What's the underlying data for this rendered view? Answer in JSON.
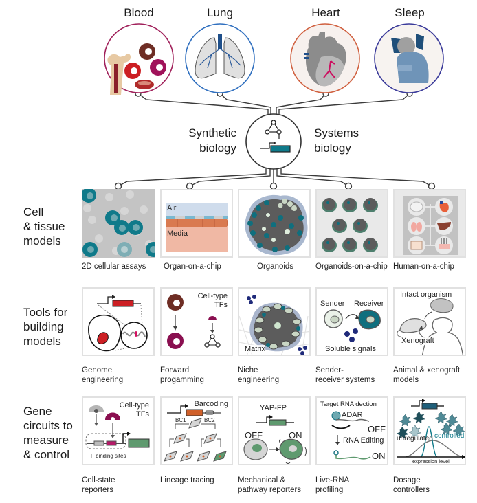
{
  "organs": [
    {
      "label": "Blood",
      "ring_color": "#a0205a"
    },
    {
      "label": "Lung",
      "ring_color": "#2f6fbf"
    },
    {
      "label": "Heart",
      "ring_color": "#d0603f"
    },
    {
      "label": "Sleep",
      "ring_color": "#3a3a9a"
    }
  ],
  "hub": {
    "left_label_line1": "Synthetic",
    "left_label_line2": "biology",
    "right_label_line1": "Systems",
    "right_label_line2": "biology"
  },
  "colors": {
    "teal": "#0f7a8a",
    "maroon": "#7d1a4e",
    "red": "#cc1f24",
    "brown": "#6e2d24",
    "green": "#5f9a6f",
    "orange": "#d0602a",
    "navy": "#1f2a7a",
    "grey": "#c8c8c8"
  },
  "rows": [
    {
      "label_lines": [
        "Cell",
        "& tissue",
        "models"
      ],
      "panels": [
        {
          "caption_lines": [
            "2D cellular assays"
          ],
          "inner": {}
        },
        {
          "caption_lines": [
            "Organ-on-a-chip"
          ],
          "inner": {
            "top": "Air",
            "bottom": "Media"
          }
        },
        {
          "caption_lines": [
            "Organoids"
          ],
          "inner": {}
        },
        {
          "caption_lines": [
            "Organoids-on-a-chip"
          ],
          "inner": {}
        },
        {
          "caption_lines": [
            "Human-on-a-chip"
          ],
          "inner": {}
        }
      ]
    },
    {
      "label_lines": [
        "Tools for",
        "building",
        "models"
      ],
      "panels": [
        {
          "caption_lines": [
            "Genome",
            "engineering"
          ],
          "inner": {}
        },
        {
          "caption_lines": [
            "Forward",
            "progamming"
          ],
          "inner": {
            "tf_line1": "Cell-type",
            "tf_line2": "TFs"
          }
        },
        {
          "caption_lines": [
            "Niche",
            "engineering"
          ],
          "inner": {
            "matrix": "Matrix"
          }
        },
        {
          "caption_lines": [
            "Sender-",
            "receiver systems"
          ],
          "inner": {
            "sender": "Sender",
            "receiver": "Receiver",
            "signals": "Soluble signals"
          }
        },
        {
          "caption_lines": [
            "Animal & xenograft",
            "models"
          ],
          "inner": {
            "organism": "Intact organism",
            "xenograft": "Xenograft"
          }
        }
      ]
    },
    {
      "label_lines": [
        "Gene",
        "circuits to",
        "measure",
        "& control"
      ],
      "panels": [
        {
          "caption_lines": [
            "Cell-state",
            "reporters"
          ],
          "inner": {
            "tf_line1": "Cell-type",
            "tf_line2": "TFs",
            "sites": "TF binding sites"
          }
        },
        {
          "caption_lines": [
            "Lineage tracing"
          ],
          "inner": {
            "barcoding": "Barcoding",
            "bc1": "BC1",
            "bc2": "BC2"
          }
        },
        {
          "caption_lines": [
            "Mechanical &",
            "pathway reporters"
          ],
          "inner": {
            "construct": "YAP-FP",
            "off": "OFF",
            "on": "ON"
          }
        },
        {
          "caption_lines": [
            "Live-RNA",
            "profiling"
          ],
          "inner": {
            "title": "Target RNA dection",
            "adar": "ADAR",
            "off": "OFF",
            "editing": "RNA Editing",
            "on": "ON"
          }
        },
        {
          "caption_lines": [
            "Dosage",
            "controllers"
          ],
          "inner": {
            "unregulated": "unregulated",
            "controlled": "controlled",
            "axis": "expression level"
          }
        }
      ]
    }
  ]
}
